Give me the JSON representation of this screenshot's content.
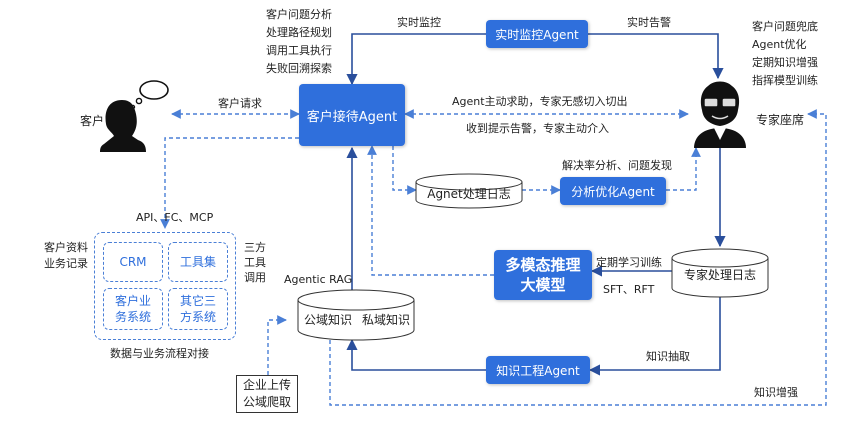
{
  "nodes": {
    "monitor_agent": "实时监控Agent",
    "reception_agent": "客户接待Agent",
    "analysis_agent": "分析优化Agent",
    "knowledge_agent": "知识工程Agent",
    "multimodal_model": "多模态推理大模型",
    "agent_log": "Agnet处理日志",
    "expert_log": "专家处理日志",
    "knowledge_public": "公域知识",
    "knowledge_private": "私域知识",
    "customer": "客户",
    "expert": "专家座席",
    "upload": "企业上传\n公域爬取"
  },
  "reception_tasks": [
    "客户问题分析",
    "处理路径规划",
    "调用工具执行",
    "失败回溯探索"
  ],
  "expert_tasks": [
    "客户问题兜底",
    "Agent优化",
    "定期知识增强",
    "指挥模型训练"
  ],
  "systems": {
    "title": "数据与业务流程对接",
    "left_label": "客户资料\n业务记录",
    "right_label": "三方\n工具\n调用",
    "cells": [
      "CRM",
      "工具集",
      "客户业\n务系统",
      "其它三\n方系统"
    ]
  },
  "edges": {
    "realtime_monitor": "实时监控",
    "realtime_alert": "实时告警",
    "customer_request": "客户请求",
    "agent_help": "Agent主动求助，专家无感切入切出",
    "alert_expert": "收到提示告警，专家主动介入",
    "resolution_analysis": "解决率分析、问题发现",
    "api": "API、FC、MCP",
    "agentic_rag": "Agentic RAG",
    "periodic_training": "定期学习训练",
    "sft_rft": "SFT、RFT",
    "knowledge_extract": "知识抽取",
    "knowledge_enhance": "知识增强"
  },
  "colors": {
    "accent": "#2f6fdc",
    "line": "#2a4f9c",
    "dashed": "#4a7fd6"
  }
}
